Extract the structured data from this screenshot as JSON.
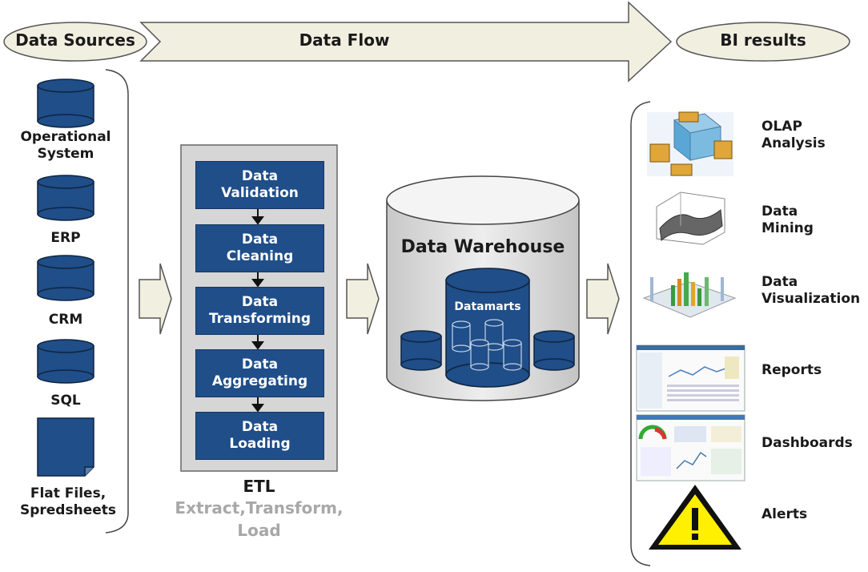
{
  "header": {
    "sources_label": "Data Sources",
    "flow_label": "Data Flow",
    "results_label": "BI results"
  },
  "sources": [
    {
      "label": "Operational System",
      "icon": "database-icon"
    },
    {
      "label": "ERP",
      "icon": "database-icon"
    },
    {
      "label": "CRM",
      "icon": "database-icon"
    },
    {
      "label": "SQL",
      "icon": "database-icon"
    },
    {
      "label": "Flat Files, Spredsheets",
      "icon": "file-icon"
    }
  ],
  "etl": {
    "steps": [
      {
        "line1": "Data",
        "line2": "Validation"
      },
      {
        "line1": "Data",
        "line2": "Cleaning"
      },
      {
        "line1": "Data",
        "line2": "Transforming"
      },
      {
        "line1": "Data",
        "line2": "Aggregating"
      },
      {
        "line1": "Data",
        "line2": "Loading"
      }
    ],
    "title": "ETL",
    "subtitle_line1": "Extract,Transform,",
    "subtitle_line2": "Load"
  },
  "warehouse": {
    "title": "Data Warehouse",
    "datamarts_label": "Datamarts"
  },
  "bi_results": [
    {
      "line1": "OLAP",
      "line2": "Analysis",
      "icon": "olap-cube-icon"
    },
    {
      "line1": "Data",
      "line2": "Mining",
      "icon": "surface-plot-icon"
    },
    {
      "line1": "Data",
      "line2": "Visualization",
      "icon": "3d-chart-icon"
    },
    {
      "line1": "Reports",
      "line2": "",
      "icon": "report-screenshot-icon"
    },
    {
      "line1": "Dashboards",
      "line2": "",
      "icon": "dashboard-screenshot-icon"
    },
    {
      "line1": "Alerts",
      "line2": "",
      "icon": "warning-icon"
    }
  ],
  "colors": {
    "db_blue": "#1f4e89",
    "etl_panel": "#d6d6d6",
    "arrow_fill": "#f1efe0",
    "subtitle_grey": "#a8a8a8",
    "warning_yellow": "#ffef00"
  }
}
